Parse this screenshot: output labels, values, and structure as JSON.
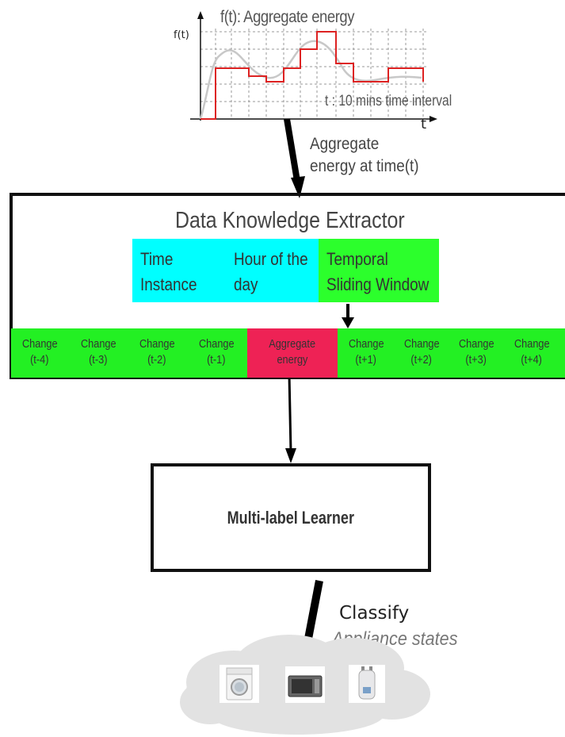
{
  "plot": {
    "title": "f(t): Aggregate energy",
    "y_label": "f(t)",
    "x_label": "t",
    "note": "t : 10 mins time interval"
  },
  "input_label": {
    "line1": "Aggregate",
    "line2": "energy at time(t)"
  },
  "extractor": {
    "title": "Data Knowledge Extractor",
    "features": [
      {
        "line1": "Time",
        "line2": "Instance",
        "color": "#00ffff"
      },
      {
        "line1": "Hour of the",
        "line2": "day",
        "color": "#00ffff"
      },
      {
        "line1": "Temporal",
        "line2": "Sliding Window",
        "color": "#2cff2c"
      }
    ]
  },
  "window_cells": [
    {
      "line1": "Change",
      "line2": "(t-4)"
    },
    {
      "line1": "Change",
      "line2": "(t-3)"
    },
    {
      "line1": "Change",
      "line2": "(t-2)"
    },
    {
      "line1": "Change",
      "line2": "(t-1)"
    },
    {
      "line1": "Aggregate",
      "line2": "energy",
      "color": "#ee2255"
    },
    {
      "line1": "Change",
      "line2": "(t+1)"
    },
    {
      "line1": "Change",
      "line2": "(t+2)"
    },
    {
      "line1": "Change",
      "line2": "(t+3)"
    },
    {
      "line1": "Change",
      "line2": "(t+4)"
    }
  ],
  "learner": {
    "label": "Multi-label Learner"
  },
  "output": {
    "classify": "Classify",
    "states": "Appliance states",
    "appliances": [
      "washing-machine-icon",
      "microwave-icon",
      "water-heater-icon"
    ]
  },
  "colors": {
    "step": "#dd2222",
    "curve": "#c8c8c8",
    "frame": "#111111"
  }
}
